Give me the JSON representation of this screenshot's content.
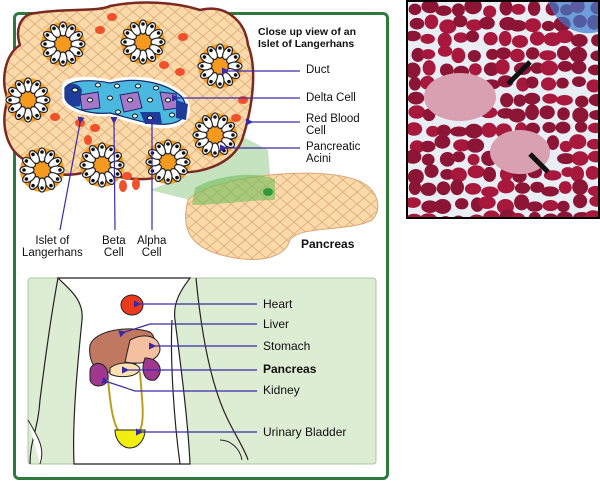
{
  "islet_diagram": {
    "title": "Close up view of an Islet of Langerhans",
    "title_line1": "Close up view of an",
    "title_line2": "Islet of Langerhans",
    "labels": {
      "duct": "Duct",
      "delta_cell": "Delta Cell",
      "red_blood_cell_1": "Red Blood",
      "red_blood_cell_2": "Cell",
      "pancreatic_acini_1": "Pancreatic",
      "pancreatic_acini_2": "Acini",
      "islet_1": "Islet of",
      "islet_2": "Langerhans",
      "beta_1": "Beta",
      "beta_2": "Cell",
      "alpha_1": "Alpha",
      "alpha_2": "Cell",
      "pancreas": "Pancreas"
    }
  },
  "body_diagram": {
    "organs": [
      {
        "label": "Heart",
        "bold": false
      },
      {
        "label": "Liver",
        "bold": false
      },
      {
        "label": "Stomach",
        "bold": false
      },
      {
        "label": "Pancreas",
        "bold": true
      },
      {
        "label": "Kidney",
        "bold": false
      },
      {
        "label": "Urinary Bladder",
        "bold": false
      }
    ]
  },
  "micrograph": {
    "description_icon": "arrow-pointer-icon"
  },
  "colors": {
    "frame_green": "#2e7a3e",
    "arrow_blue": "#3a2aa8",
    "tissue_tan": "#fbd9a8",
    "acini_orange": "#f59a1e",
    "islet_cyan": "#4bb8e0",
    "islet_navy": "#1e3c9a",
    "islet_purple": "#a778c8",
    "rbc_red": "#f0502a",
    "body_bg": "#dcedd4",
    "heart_red": "#ee3a1c",
    "liver_brown": "#c07860",
    "stomach_pink": "#f4c0a0",
    "kidney_purple": "#a03890",
    "bladder_yellow": "#f2ee10",
    "stain_red": "#a8183c",
    "stain_blue": "#3a7ad0"
  }
}
